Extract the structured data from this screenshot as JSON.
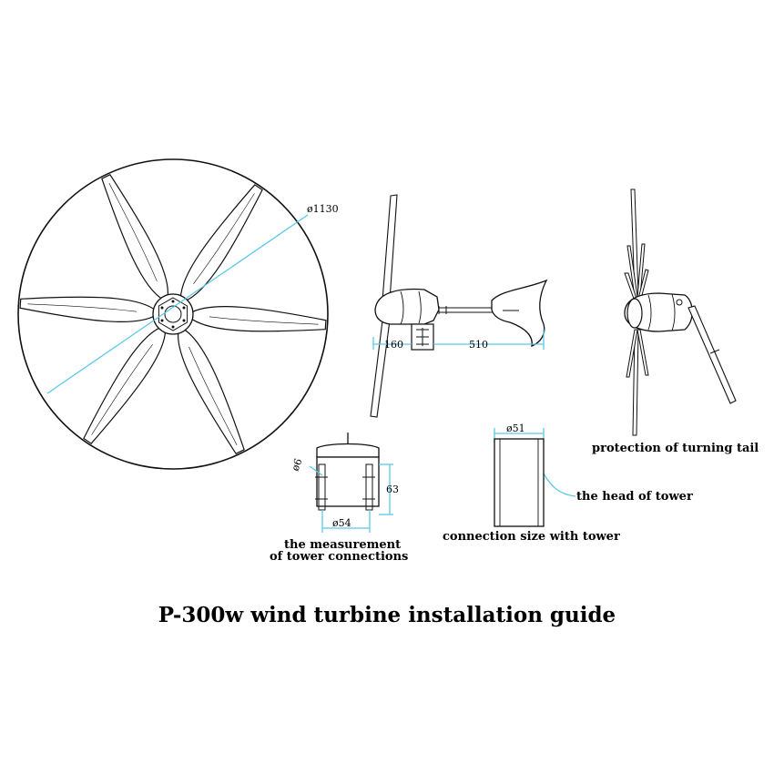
{
  "title": "P-300w wind turbine installation guide",
  "colors": {
    "line": "#111111",
    "dimension": "#5ac8e8",
    "background": "#ffffff"
  },
  "front_view": {
    "diameter_label": "ø1130"
  },
  "side_view": {
    "dim_front": "160",
    "dim_tail": "510"
  },
  "rear_view": {
    "caption": "protection of turning tail"
  },
  "tower_connection": {
    "hole_label": "ø6",
    "height_label": "63",
    "width_label": "ø54",
    "caption_line1": "the measurement",
    "caption_line2": "of tower connections"
  },
  "tower_head": {
    "diameter_label": "ø51",
    "pointer_label": "the head of tower",
    "caption": "connection size with tower"
  }
}
